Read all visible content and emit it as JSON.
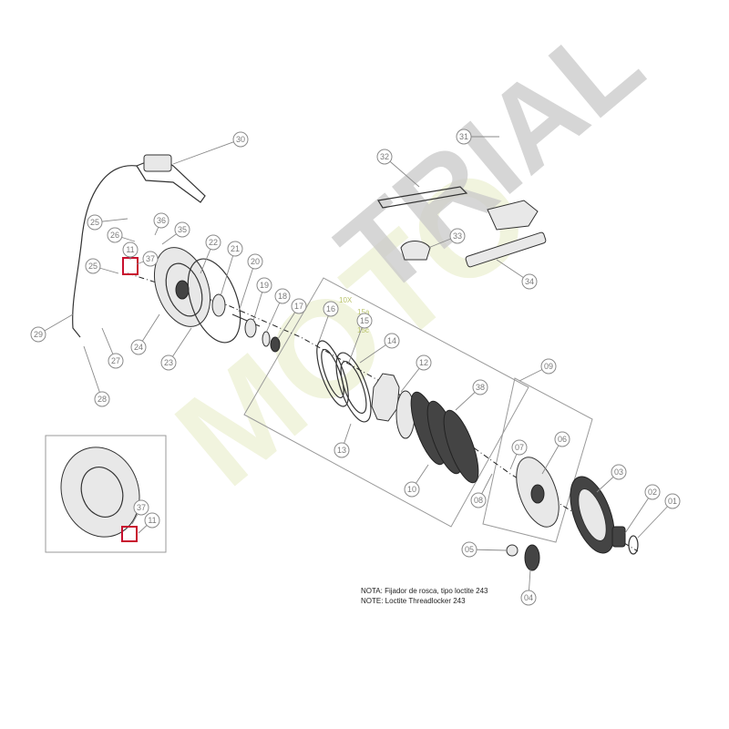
{
  "watermark": {
    "left": "MOTO",
    "right": "TRIAL"
  },
  "notes": {
    "es": "NOTA:  Fijador de rosca, tipo loctite 243",
    "en": "NOTE: Loctite Threadlocker 243"
  },
  "group_labels": {
    "qty_10x": "10X",
    "sub_15a": "15a",
    "sub_15b": "15b",
    "sub_15c": "15c"
  },
  "callouts": [
    {
      "id": "c01",
      "label": "01"
    },
    {
      "id": "c02",
      "label": "02"
    },
    {
      "id": "c03",
      "label": "03"
    },
    {
      "id": "c04",
      "label": "04"
    },
    {
      "id": "c05",
      "label": "05"
    },
    {
      "id": "c06",
      "label": "06"
    },
    {
      "id": "c07",
      "label": "07"
    },
    {
      "id": "c08",
      "label": "08"
    },
    {
      "id": "c09",
      "label": "09"
    },
    {
      "id": "c10",
      "label": "10"
    },
    {
      "id": "c11a",
      "label": "11"
    },
    {
      "id": "c11b",
      "label": "11"
    },
    {
      "id": "c12",
      "label": "12"
    },
    {
      "id": "c13",
      "label": "13"
    },
    {
      "id": "c14",
      "label": "14"
    },
    {
      "id": "c15",
      "label": "15"
    },
    {
      "id": "c16",
      "label": "16"
    },
    {
      "id": "c17",
      "label": "17"
    },
    {
      "id": "c18",
      "label": "18"
    },
    {
      "id": "c19",
      "label": "19"
    },
    {
      "id": "c20",
      "label": "20"
    },
    {
      "id": "c21",
      "label": "21"
    },
    {
      "id": "c22",
      "label": "22"
    },
    {
      "id": "c23",
      "label": "23"
    },
    {
      "id": "c24",
      "label": "24"
    },
    {
      "id": "c25a",
      "label": "25"
    },
    {
      "id": "c25b",
      "label": "25"
    },
    {
      "id": "c26",
      "label": "26"
    },
    {
      "id": "c27",
      "label": "27"
    },
    {
      "id": "c28",
      "label": "28"
    },
    {
      "id": "c29",
      "label": "29"
    },
    {
      "id": "c30",
      "label": "30"
    },
    {
      "id": "c31",
      "label": "31"
    },
    {
      "id": "c32",
      "label": "32"
    },
    {
      "id": "c33",
      "label": "33"
    },
    {
      "id": "c34",
      "label": "34"
    },
    {
      "id": "c35",
      "label": "35"
    },
    {
      "id": "c36",
      "label": "36"
    },
    {
      "id": "c37a",
      "label": "37"
    },
    {
      "id": "c37b",
      "label": "37"
    },
    {
      "id": "c38",
      "label": "38"
    }
  ]
}
